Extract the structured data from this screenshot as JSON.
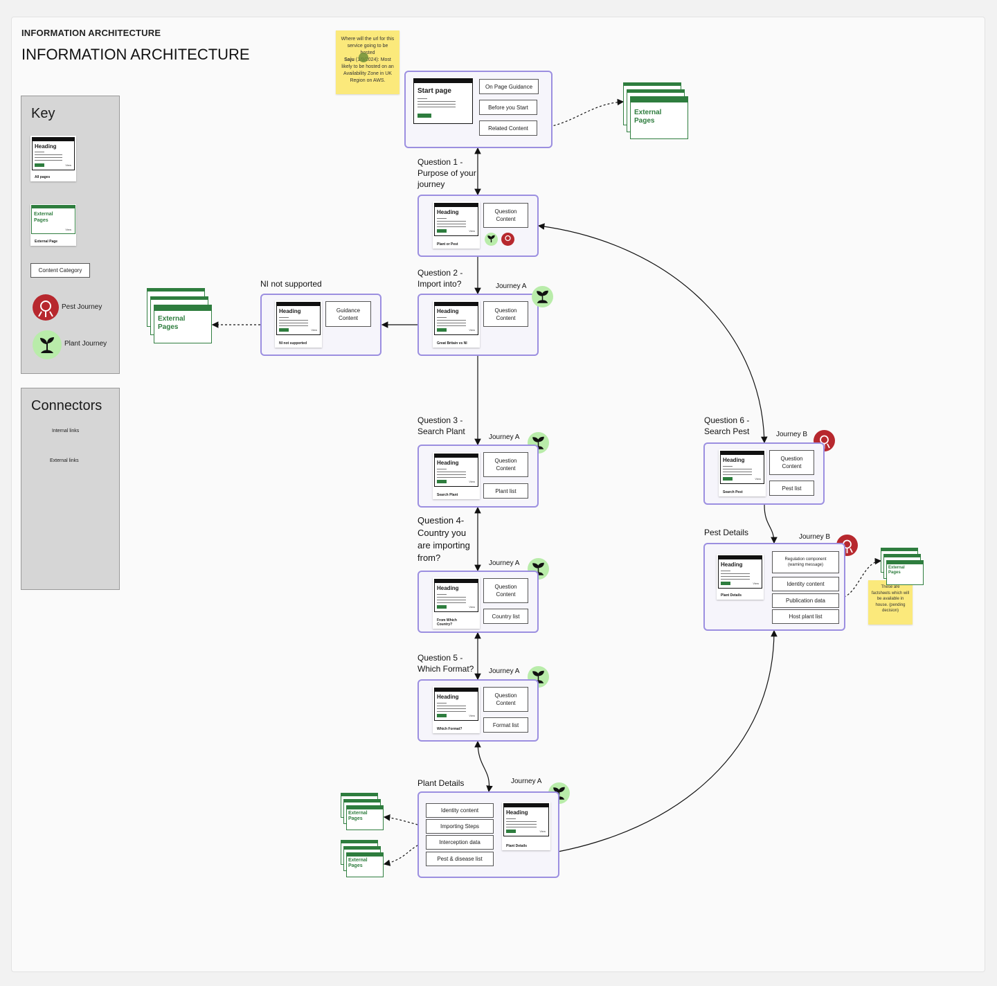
{
  "header": {
    "small_title": "INFORMATION ARCHITECTURE",
    "big_title": "INFORMATION ARCHITECTURE"
  },
  "sticky_top": {
    "line1": "Where will the url for this service going to be hosted",
    "author": "Saju",
    "rest": "(1/9/2024): Most likely to be hosted on an Availability Zone in UK Region on AWS."
  },
  "sticky_right": "These are factsheets which will be available in house. (pending decision)",
  "key": {
    "title": "Key",
    "all_pages_caption": "All pages",
    "external_page_caption": "External Page",
    "external_label": "External Pages",
    "content_category": "Content Category",
    "pest_journey": "Pest Journey",
    "plant_journey": "Plant Journey"
  },
  "connectors": {
    "title": "Connectors",
    "internal": "Internal links",
    "external": "External links"
  },
  "common": {
    "heading": "Heading",
    "view": "View",
    "external_pages": "External Pages",
    "question_content": "Question Content",
    "journey_a": "Journey A",
    "journey_b": "Journey B"
  },
  "start": {
    "title": "Start page",
    "items": [
      "On Page Guidance",
      "Before you Start",
      "Related Content"
    ]
  },
  "q1": {
    "label": "Question 1 - Purpose of your journey",
    "caption": "Plant or Pest"
  },
  "q2": {
    "label": "Question 2 - Import into?",
    "caption": "Great Britain vs NI"
  },
  "ni": {
    "label": "NI not supported",
    "caption": "NI not supported",
    "guidance": "Guidance Content"
  },
  "q3": {
    "label": "Question 3 - Search Plant",
    "caption": "Search Plant",
    "list": "Plant list"
  },
  "q4": {
    "label": "Question 4- Country you are importing from?",
    "caption": "From Which Country?",
    "list": "Country list"
  },
  "q5": {
    "label": "Question 5 - Which Format?",
    "caption": "Which Format?",
    "list": "Format list"
  },
  "plant_details": {
    "label": "Plant Details",
    "caption": "Plant Details",
    "items": [
      "Identity content",
      "Importing Steps",
      "Interception data",
      "Pest & disease list"
    ]
  },
  "q6": {
    "label": "Question 6 - Search Pest",
    "caption": "Search Pest",
    "list": "Pest list"
  },
  "pest_details": {
    "label": "Pest Details",
    "caption": "Plant Details",
    "items": [
      "Regulation component (warning message)",
      "Identity content",
      "Publication data",
      "Host plant list"
    ]
  },
  "colors": {
    "group_border": "#9b8ee0",
    "green": "#2e7d3e",
    "pest_red": "#b7282e",
    "plant_bg": "#b9ecaa"
  }
}
